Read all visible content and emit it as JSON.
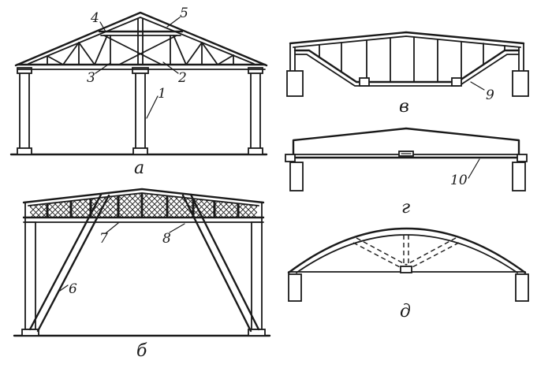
{
  "colors": {
    "ink": "#1a1a1a",
    "paper": "#ffffff"
  },
  "panels": [
    {
      "caption": "а"
    },
    {
      "caption": "б"
    },
    {
      "caption": "в"
    },
    {
      "caption": "г"
    },
    {
      "caption": "д"
    }
  ],
  "callouts": [
    "1",
    "2",
    "3",
    "4",
    "5",
    "6",
    "7",
    "8",
    "9",
    "10"
  ]
}
